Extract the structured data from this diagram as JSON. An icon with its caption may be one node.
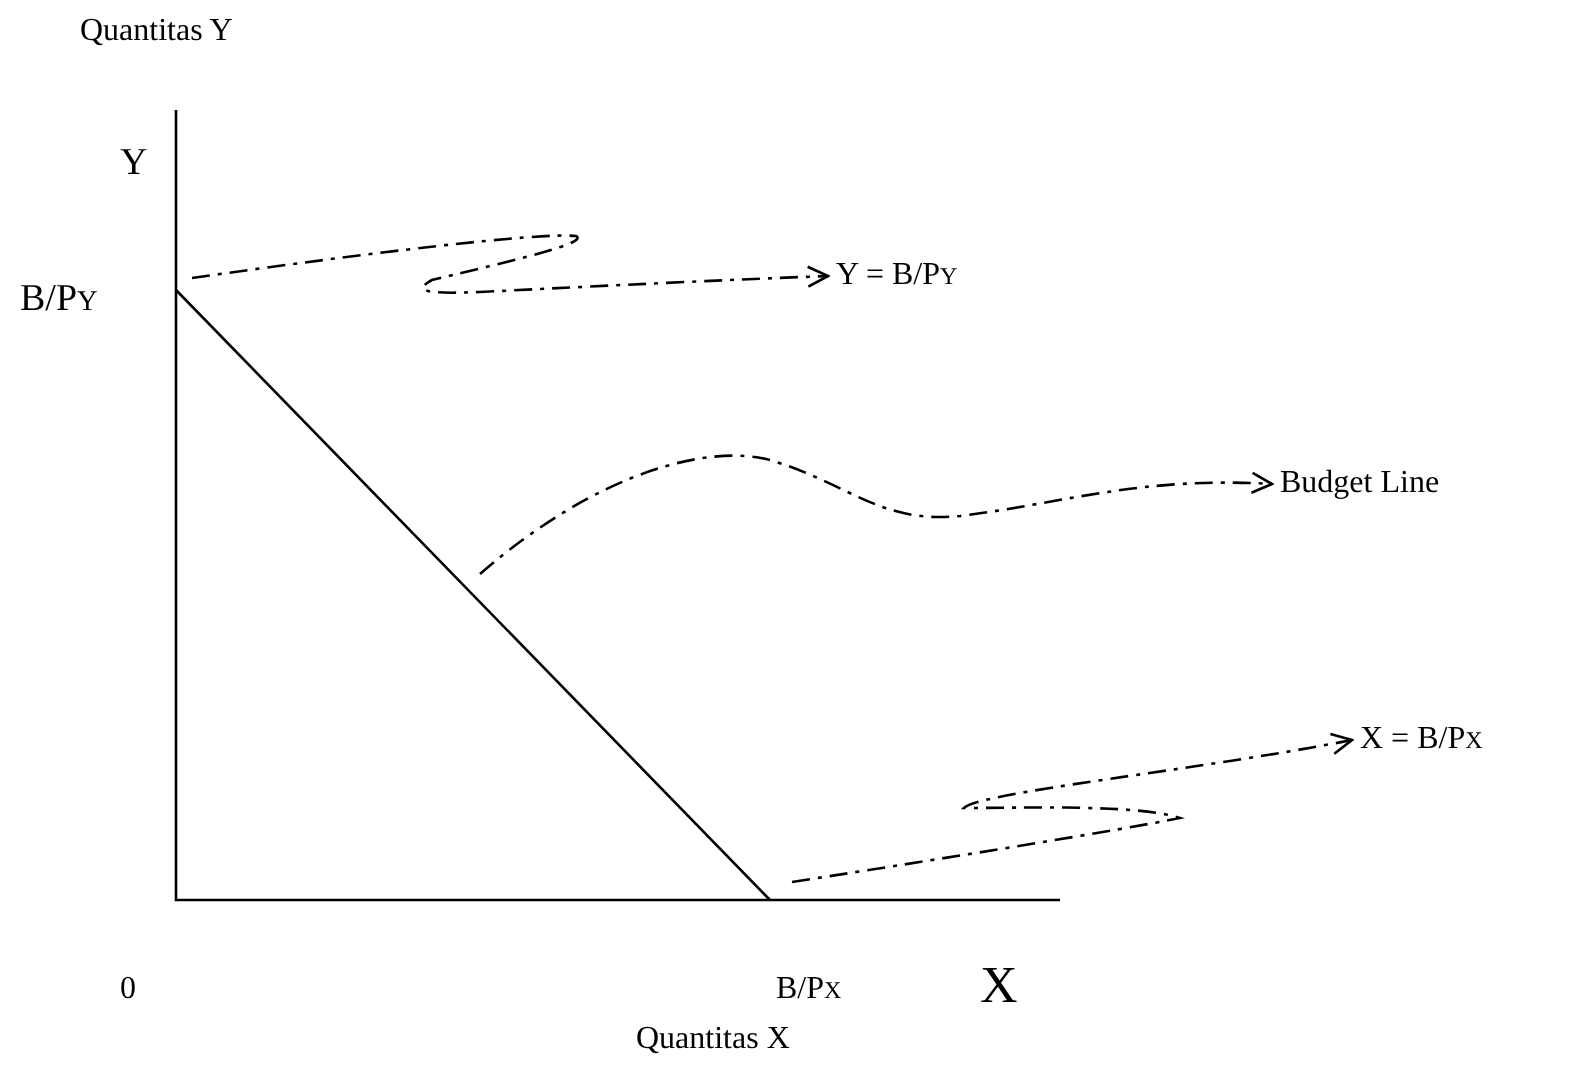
{
  "diagram": {
    "nodes": [
      {
        "text": [
          "Y = B/P$_{Y}$"
        ]
      },
      {
        "text": [],
        "shape": "line"
      },
      {
        "text": [
          "Budget Line"
        ]
      },
      {
        "text": [
          "X = B/P$_{X}$"
        ]
      }
    ],
    "edges": [
      {
        "from": 1,
        "to": 0,
        "arrow": "to"
      },
      {
        "from": 1,
        "to": 2,
        "arrow": "to"
      },
      {
        "from": 1,
        "to": 3,
        "arrow": "to"
      }
    ],
    "labels": [
      "Quantitas Y",
      "Y",
      "B/P$_{Y}$",
      "0",
      "B/P$_{X}$",
      "X",
      "Quantitas X"
    ]
  }
}
